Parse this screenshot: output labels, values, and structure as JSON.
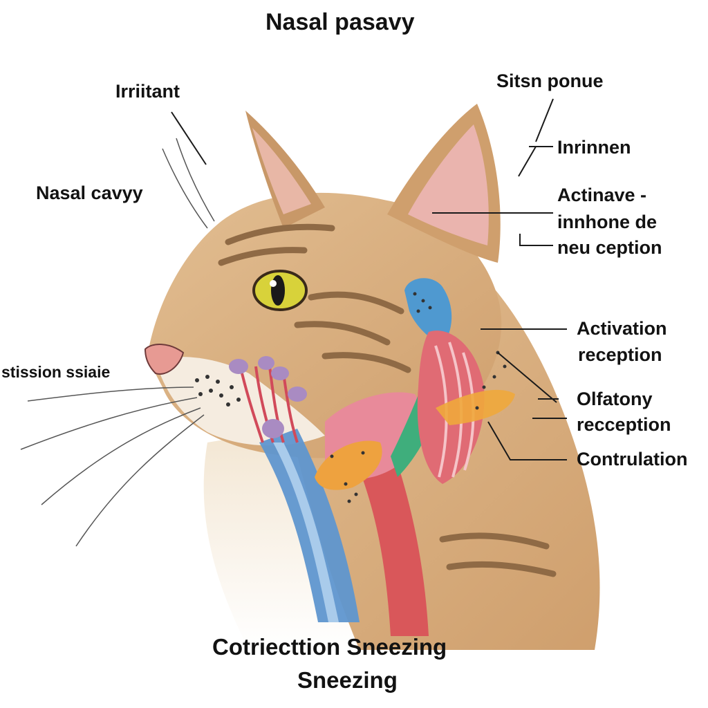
{
  "diagram": {
    "title": "Nasal pasavy",
    "labels": {
      "irritant": "Irriitant",
      "nasal_cavity": "Nasal cavyy",
      "stission": "stission ssiaie",
      "sitsn_ponue": "Sitsn ponue",
      "inrinnen": "Inrinnen",
      "actinave_1": "Actinave -",
      "actinave_2": "innhone de",
      "actinave_3": "neu ception",
      "activation_1": "Activation",
      "activation_2": "reception",
      "olfactory_1": "Olfatony",
      "olfactory_2": "recception",
      "contrulation": "Contrulation"
    },
    "caption": {
      "line1": "Cotriecttion Sneezing",
      "line2": "Sneezing"
    }
  },
  "colors": {
    "fur": "#d7ad7c",
    "fur_light": "#e8c9a0",
    "stripe": "#8f6a45",
    "eye": "#d8d23a",
    "nose": "#e79a93",
    "blue_tube": "#5f96cf",
    "red_tube": "#d9575a",
    "green_tube": "#3fae7c",
    "orange_gland": "#eea23f",
    "pink_tissue": "#e88a9a",
    "purple_bulb": "#a98bc2",
    "leader_line": "#1a1a1a"
  }
}
